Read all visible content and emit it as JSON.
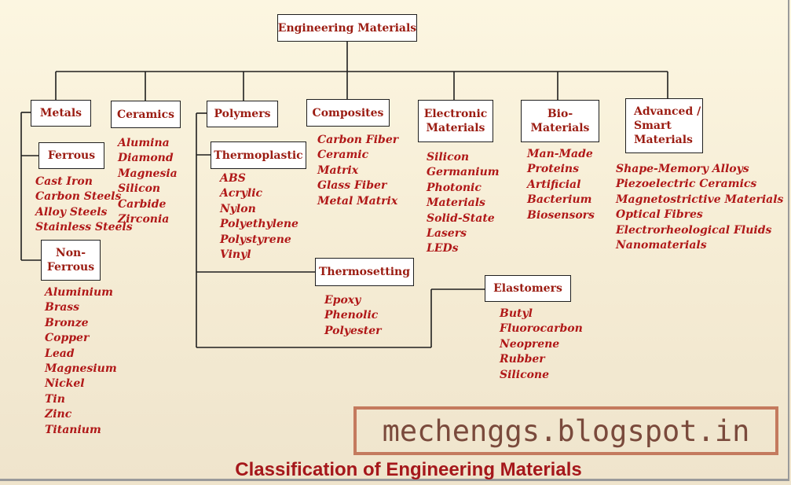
{
  "diagram": {
    "root": "Engineering Materials",
    "categories": {
      "metals": "Metals",
      "ceramics": "Ceramics",
      "polymers": "Polymers",
      "composites": "Composites",
      "electronic": "Electronic\nMaterials",
      "bio": "Bio-\nMaterials",
      "advanced": "Advanced /\nSmart\nMaterials"
    },
    "subcategories": {
      "ferrous": "Ferrous",
      "non_ferrous": "Non-\nFerrous",
      "thermoplastic": "Thermoplastic",
      "thermosetting": "Thermosetting",
      "elastomers": "Elastomers"
    },
    "lists": {
      "ferrous": [
        "Cast Iron",
        "Carbon Steels",
        "Alloy Steels",
        "Stainless Steels"
      ],
      "non_ferrous": [
        "Aluminium",
        "Brass",
        "Bronze",
        "Copper",
        "Lead",
        "Magnesium",
        "Nickel",
        "Tin",
        "Zinc",
        "Titanium"
      ],
      "ceramics": [
        "Alumina",
        "Diamond",
        "Magnesia",
        "Silicon",
        "Carbide",
        "Zirconia"
      ],
      "thermoplastic": [
        "ABS",
        "Acrylic",
        "Nylon",
        "Polyethylene",
        "Polystyrene",
        "Vinyl"
      ],
      "thermosetting": [
        "Epoxy",
        "Phenolic",
        "Polyester"
      ],
      "elastomers": [
        "Butyl",
        "Fluorocarbon",
        "Neoprene",
        "Rubber",
        "Silicone"
      ],
      "composites": [
        "Carbon Fiber",
        "Ceramic",
        "Matrix",
        "Glass Fiber",
        "Metal Matrix"
      ],
      "electronic": [
        "Silicon",
        "Germanium",
        "Photonic",
        "Materials",
        "Solid-State",
        "Lasers",
        "LEDs"
      ],
      "bio": [
        "Man-Made",
        "Proteins",
        "Artificial",
        "Bacterium",
        "Biosensors"
      ],
      "advanced": [
        "Shape-Memory Alloys",
        "Piezoelectric Ceramics",
        "Magnetostrictive Materials",
        "Optical Fibres",
        "Electrorheological Fluids",
        "Nanomaterials"
      ]
    }
  },
  "watermark": "mechenggs.blogspot.in",
  "caption": "Classification of Engineering Materials",
  "colors": {
    "box_text": "#9b1c12",
    "list_text": "#b01818",
    "caption": "#a5171b",
    "lines": "#1f1f1f",
    "watermark_border": "#c47a5e"
  }
}
